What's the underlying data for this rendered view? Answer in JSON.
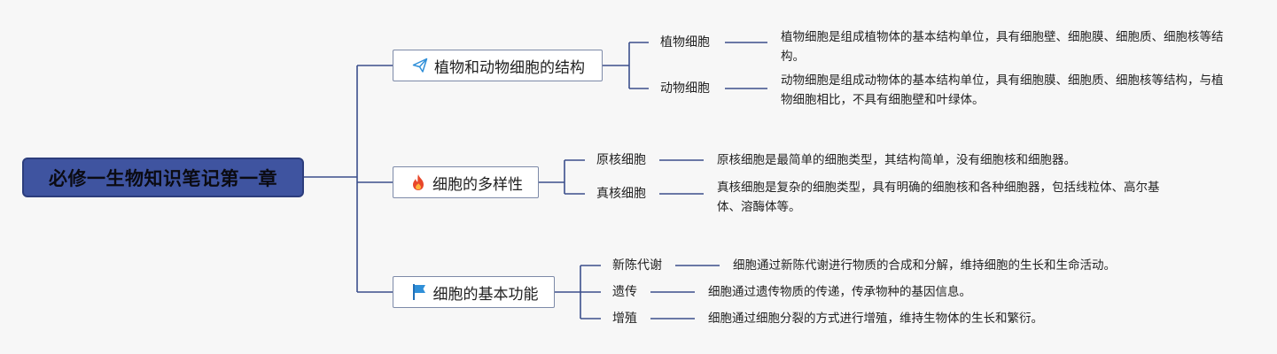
{
  "root": {
    "label": "必修一生物知识笔记第一章"
  },
  "branches": [
    {
      "label": "植物和动物细胞的结构",
      "icon": "paper-plane-icon",
      "children": [
        {
          "label": "植物细胞",
          "description": "植物细胞是组成植物体的基本结构单位，具有细胞壁、细胞膜、细胞质、细胞核等结构。"
        },
        {
          "label": "动物细胞",
          "description": "动物细胞是组成动物体的基本结构单位，具有细胞膜、细胞质、细胞核等结构，与植物细胞相比，不具有细胞壁和叶绿体。"
        }
      ]
    },
    {
      "label": "细胞的多样性",
      "icon": "fire-icon",
      "children": [
        {
          "label": "原核细胞",
          "description": "原核细胞是最简单的细胞类型，其结构简单，没有细胞核和细胞器。"
        },
        {
          "label": "真核细胞",
          "description": "真核细胞是复杂的细胞类型，具有明确的细胞核和各种细胞器，包括线粒体、高尔基体、溶酶体等。"
        }
      ]
    },
    {
      "label": "细胞的基本功能",
      "icon": "flag-icon",
      "children": [
        {
          "label": "新陈代谢",
          "description": "细胞通过新陈代谢进行物质的合成和分解，维持细胞的生长和生命活动。"
        },
        {
          "label": "遗传",
          "description": "细胞通过遗传物质的传递，传承物种的基因信息。"
        },
        {
          "label": "增殖",
          "description": "细胞通过细胞分裂的方式进行增殖，维持生物体的生长和繁衍。"
        }
      ]
    }
  ],
  "colors": {
    "line": "#3b4f8c",
    "root_fill": "#3f54a0",
    "icon_blue": "#2f8fd8",
    "icon_fire": "#e8472a"
  }
}
